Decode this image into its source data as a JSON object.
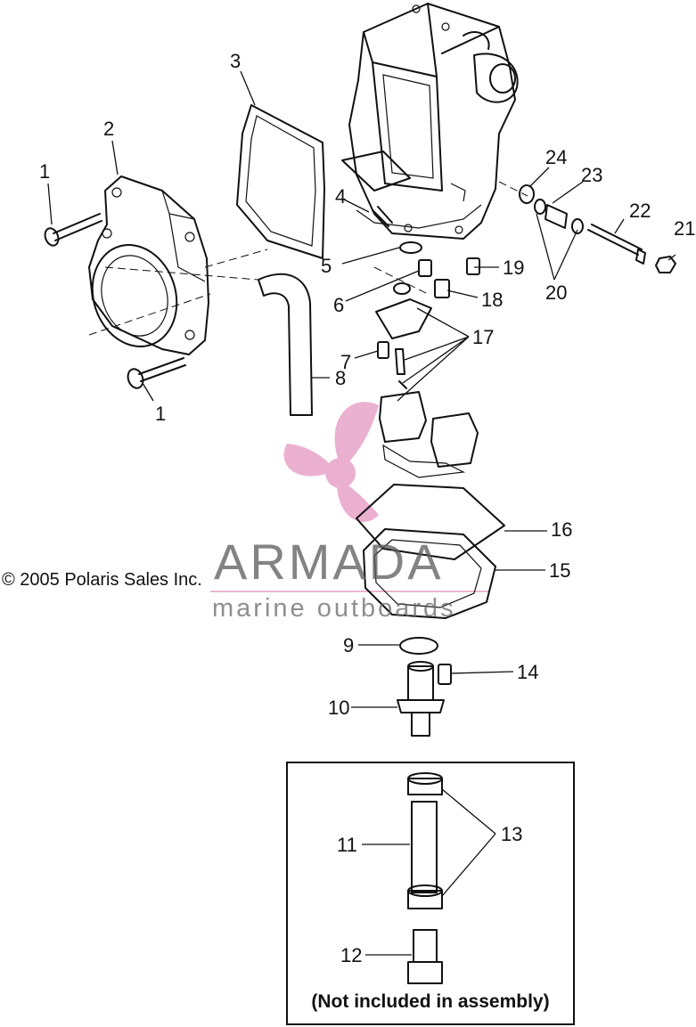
{
  "callouts": [
    {
      "id": "1a",
      "label": "1"
    },
    {
      "id": "1b",
      "label": "1"
    },
    {
      "id": "2",
      "label": "2"
    },
    {
      "id": "3",
      "label": "3"
    },
    {
      "id": "4",
      "label": "4"
    },
    {
      "id": "5",
      "label": "5"
    },
    {
      "id": "6",
      "label": "6"
    },
    {
      "id": "7",
      "label": "7"
    },
    {
      "id": "8",
      "label": "8"
    },
    {
      "id": "9",
      "label": "9"
    },
    {
      "id": "10",
      "label": "10"
    },
    {
      "id": "11",
      "label": "11"
    },
    {
      "id": "12",
      "label": "12"
    },
    {
      "id": "13",
      "label": "13"
    },
    {
      "id": "14",
      "label": "14"
    },
    {
      "id": "15",
      "label": "15"
    },
    {
      "id": "16",
      "label": "16"
    },
    {
      "id": "17",
      "label": "17"
    },
    {
      "id": "18",
      "label": "18"
    },
    {
      "id": "19",
      "label": "19"
    },
    {
      "id": "20",
      "label": "20"
    },
    {
      "id": "21",
      "label": "21"
    },
    {
      "id": "22",
      "label": "22"
    },
    {
      "id": "23",
      "label": "23"
    },
    {
      "id": "24",
      "label": "24"
    }
  ],
  "copyright": "© 2005 Polaris Sales Inc.",
  "inset_note": "(Not included in assembly)",
  "watermark": {
    "name": "ARMADA",
    "tagline": "marine outboards",
    "logo_icon": "propeller-logo-icon",
    "color": "#e8a3c8"
  }
}
